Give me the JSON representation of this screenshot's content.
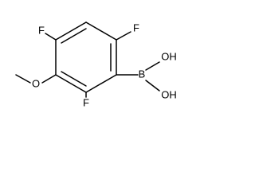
{
  "molecule": {
    "atoms": {
      "f_top_left": "F",
      "f_top_right": "F",
      "o_methoxy": "O",
      "f_bottom": "F",
      "b_boron": "B",
      "oh_upper": "OH",
      "oh_lower": "OH"
    }
  },
  "colors": {
    "bond": "#000000",
    "label": "#000000",
    "background": "#ffffff"
  }
}
